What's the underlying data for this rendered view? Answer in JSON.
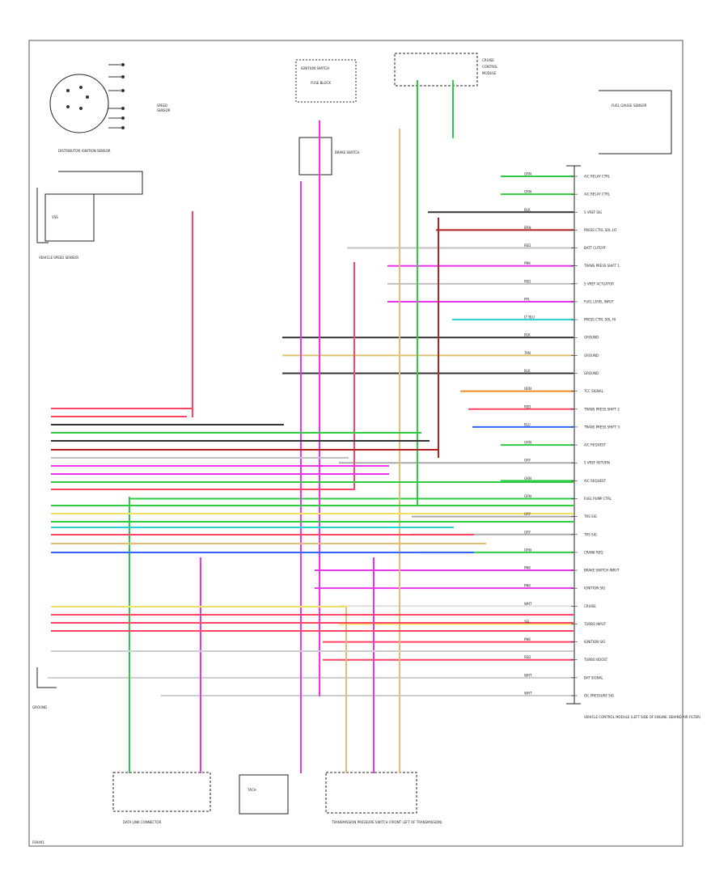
{
  "footer_code": "F69491",
  "ecm": {
    "label": "VEHICLE CONTROL MODULE (LEFT SIDE OF ENGINE, BEHIND AIR FILTER)",
    "pins": [
      {
        "wire": "GRN",
        "sig": "A/C RELAY CTRL",
        "color": "#2ecc40"
      },
      {
        "wire": "GRN",
        "sig": "A/C RELAY CTRL",
        "color": "#2ecc40"
      },
      {
        "wire": "BLK",
        "sig": "5 VREF SIG",
        "color": "#333333"
      },
      {
        "wire": "BRN",
        "sig": "PRESS CTRL SOL LO",
        "color": "#b22222"
      },
      {
        "wire": "RED",
        "sig": "BATT CUTOFF",
        "color": "#c0c0c0"
      },
      {
        "wire": "PNK",
        "sig": "TRANS PRESS SHIFT 1",
        "color": "#ee33ee"
      },
      {
        "wire": "RED",
        "sig": "5 VREF ACTUATOR",
        "color": "#c0c0c0"
      },
      {
        "wire": "PPL",
        "sig": "FUEL LEVEL INPUT",
        "color": "#ee33ee"
      },
      {
        "wire": "LT BLU",
        "sig": "PRESS CTRL SOL HI",
        "color": "#22d3d3"
      },
      {
        "wire": "BLK",
        "sig": "GROUND",
        "color": "#333333"
      },
      {
        "wire": "TAN",
        "sig": "GROUND",
        "color": "#e0c070"
      },
      {
        "wire": "BLK",
        "sig": "GROUND",
        "color": "#333333"
      },
      {
        "wire": "ORN",
        "sig": "TCC SIGNAL",
        "color": "#f08a24"
      },
      {
        "wire": "RED",
        "sig": "TRANS PRESS SHIFT 2",
        "color": "#ff4466"
      },
      {
        "wire": "BLU",
        "sig": "TRANS PRESS SHIFT 3",
        "color": "#3366ff"
      },
      {
        "wire": "GRN",
        "sig": "A/C REQUEST",
        "color": "#2ecc40"
      },
      {
        "wire": "GRY",
        "sig": "5 VREF RETURN",
        "color": "#aaaaaa"
      },
      {
        "wire": "GRN",
        "sig": "A/C REQUEST",
        "color": "#2ecc40"
      },
      {
        "wire": "GRN",
        "sig": "FUEL PUMP CTRL",
        "color": "#2ecc40"
      },
      {
        "wire": "GRY",
        "sig": "TRS SIG",
        "color": "#aaaaaa"
      },
      {
        "wire": "GRY",
        "sig": "TRS SIG",
        "color": "#aaaaaa"
      },
      {
        "wire": "GRN",
        "sig": "CRANK REQ",
        "color": "#2ecc40"
      },
      {
        "wire": "PNK",
        "sig": "BRAKE SWITCH INPUT",
        "color": "#ee33ee"
      },
      {
        "wire": "PNK",
        "sig": "IGNITION SIG",
        "color": "#ee33ee"
      },
      {
        "wire": "WHT",
        "sig": "CRUISE",
        "color": "#dddddd"
      },
      {
        "wire": "YEL",
        "sig": "TURBO INPUT",
        "color": "#f0e060"
      },
      {
        "wire": "PNK",
        "sig": "IGNITION SIG",
        "color": "#ff4466"
      },
      {
        "wire": "RED",
        "sig": "TURBO BOOST",
        "color": "#ff4466"
      },
      {
        "wire": "WHT",
        "sig": "BAT SIGNAL",
        "color": "#cccccc"
      },
      {
        "wire": "WHT",
        "sig": "OIL PRESSURE SIG",
        "color": "#cccccc"
      }
    ]
  },
  "labels": {
    "speed_sensor": "SPEED SENSOR",
    "distributor": "DISTRIBUTOR IGNITION SENSOR",
    "vss": "VEHICLE SPEED SENSOR",
    "ignition_switch": "IGNITION SWITCH",
    "fuse": "FUSE BLOCK",
    "fuel_gauge": "FUEL GAUGE SENSOR",
    "tach": "TACH",
    "data_link": "DATA LINK CONNECTOR",
    "cruise": "CRUISE CONTROL MODULE",
    "trans_pressure": "TRANSMISSION PRESSURE SWITCH (FRONT LEFT OF TRANSMISSION)",
    "ground": "GROUND",
    "brake": "BRAKE SWITCH"
  }
}
